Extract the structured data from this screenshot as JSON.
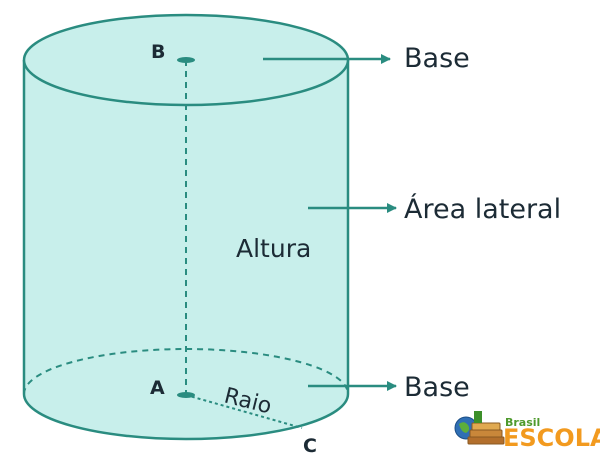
{
  "labels": {
    "point_b": "B",
    "point_a": "A",
    "point_c": "C",
    "height": "Altura",
    "radius": "Raio",
    "top_base": "Base",
    "lateral_area": "Área lateral",
    "bottom_base": "Base"
  },
  "logo": {
    "line1": "Brasil",
    "line2": "ESCOLA"
  },
  "colors": {
    "fill": "#c8efeb",
    "stroke": "#2a8c80",
    "text": "#1c2b35",
    "logo_green": "#4e9a2c",
    "logo_orange": "#f29a1f"
  }
}
